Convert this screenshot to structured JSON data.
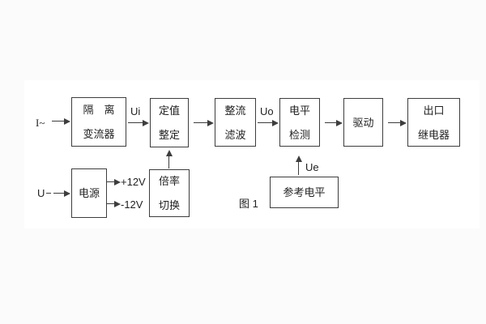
{
  "figure": {
    "caption": "图 1"
  },
  "blocks": {
    "isolation": {
      "line1": "隔　离",
      "line2": "变流器"
    },
    "setting": {
      "line1": "定值",
      "line2": "整定"
    },
    "rectifier": {
      "line1": "整流",
      "line2": "滤波"
    },
    "level_detect": {
      "line1": "电平",
      "line2": "检测"
    },
    "drive": {
      "line1": "驱动"
    },
    "output_relay": {
      "line1": "出口",
      "line2": "继电器"
    },
    "power": {
      "line1": "电源"
    },
    "ratio_switch": {
      "line1": "倍率",
      "line2": "切换"
    },
    "reference_level": {
      "line1": "参考电平"
    }
  },
  "labels": {
    "input_current": "I~",
    "ui": "Ui",
    "uo": "Uo",
    "ue": "Ue",
    "input_voltage": "U",
    "plus12": "+12V",
    "minus12": "-12V"
  },
  "colors": {
    "line": "#3d3d3d",
    "text": "#222222",
    "bg_outer": "#fbfbfb",
    "panel": "#ffffff"
  }
}
